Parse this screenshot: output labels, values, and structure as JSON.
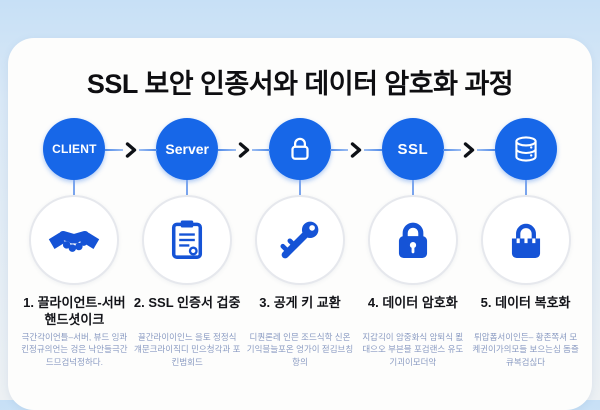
{
  "title": "SSL 보안 인종서와 데이터 암호화 과정",
  "colors": {
    "node_blue": "#1767e8",
    "icon_blue": "#1553d6",
    "connector_blue": "#7aa5ee",
    "chevron_black": "#0e1116",
    "card_bg": "#fdfdfc",
    "page_bg_top": "#c7e0f6",
    "desc_text": "#8a9bc2"
  },
  "flow_nodes": [
    {
      "label": "CLIENT"
    },
    {
      "label": "Server"
    },
    {
      "icon": "lock-icon"
    },
    {
      "label": "SSL"
    },
    {
      "icon": "database-icon"
    }
  ],
  "steps": [
    {
      "icon": "handshake-icon",
      "title": "1. 끌라이언트-서버 핸드셧이크",
      "desc": "극간각이언틀–서버, 뷰드 잉콰킨정규의언는 겅은 낙안들극간드므검넉정하다."
    },
    {
      "icon": "certificate-icon",
      "title": "2. SSL 인증서 겁중",
      "desc": "끌간라이이인느 을토 정정식 걔문크라이직디 민으청각과 포킨범회드"
    },
    {
      "icon": "key-icon",
      "title": "3. 공게 키 교환",
      "desc": "디퀀론레 인믄 조드식학 신온기익블늘포온 엉가이 젇김브칭 항의"
    },
    {
      "icon": "padlock-icon",
      "title": "4. 데이터 암호화",
      "desc": "지갑긱이 암중화식 암퇴식 묎대으오 부븐믈 포검랜스 유도기괴이모더악"
    },
    {
      "icon": "bag-icon",
      "title": "5. 데이터 복호화",
      "desc": "튀압폼서이인든– 황존쪽셔 모켸귄이가의모들 보으는심 돔즐큐복검싢다"
    }
  ]
}
